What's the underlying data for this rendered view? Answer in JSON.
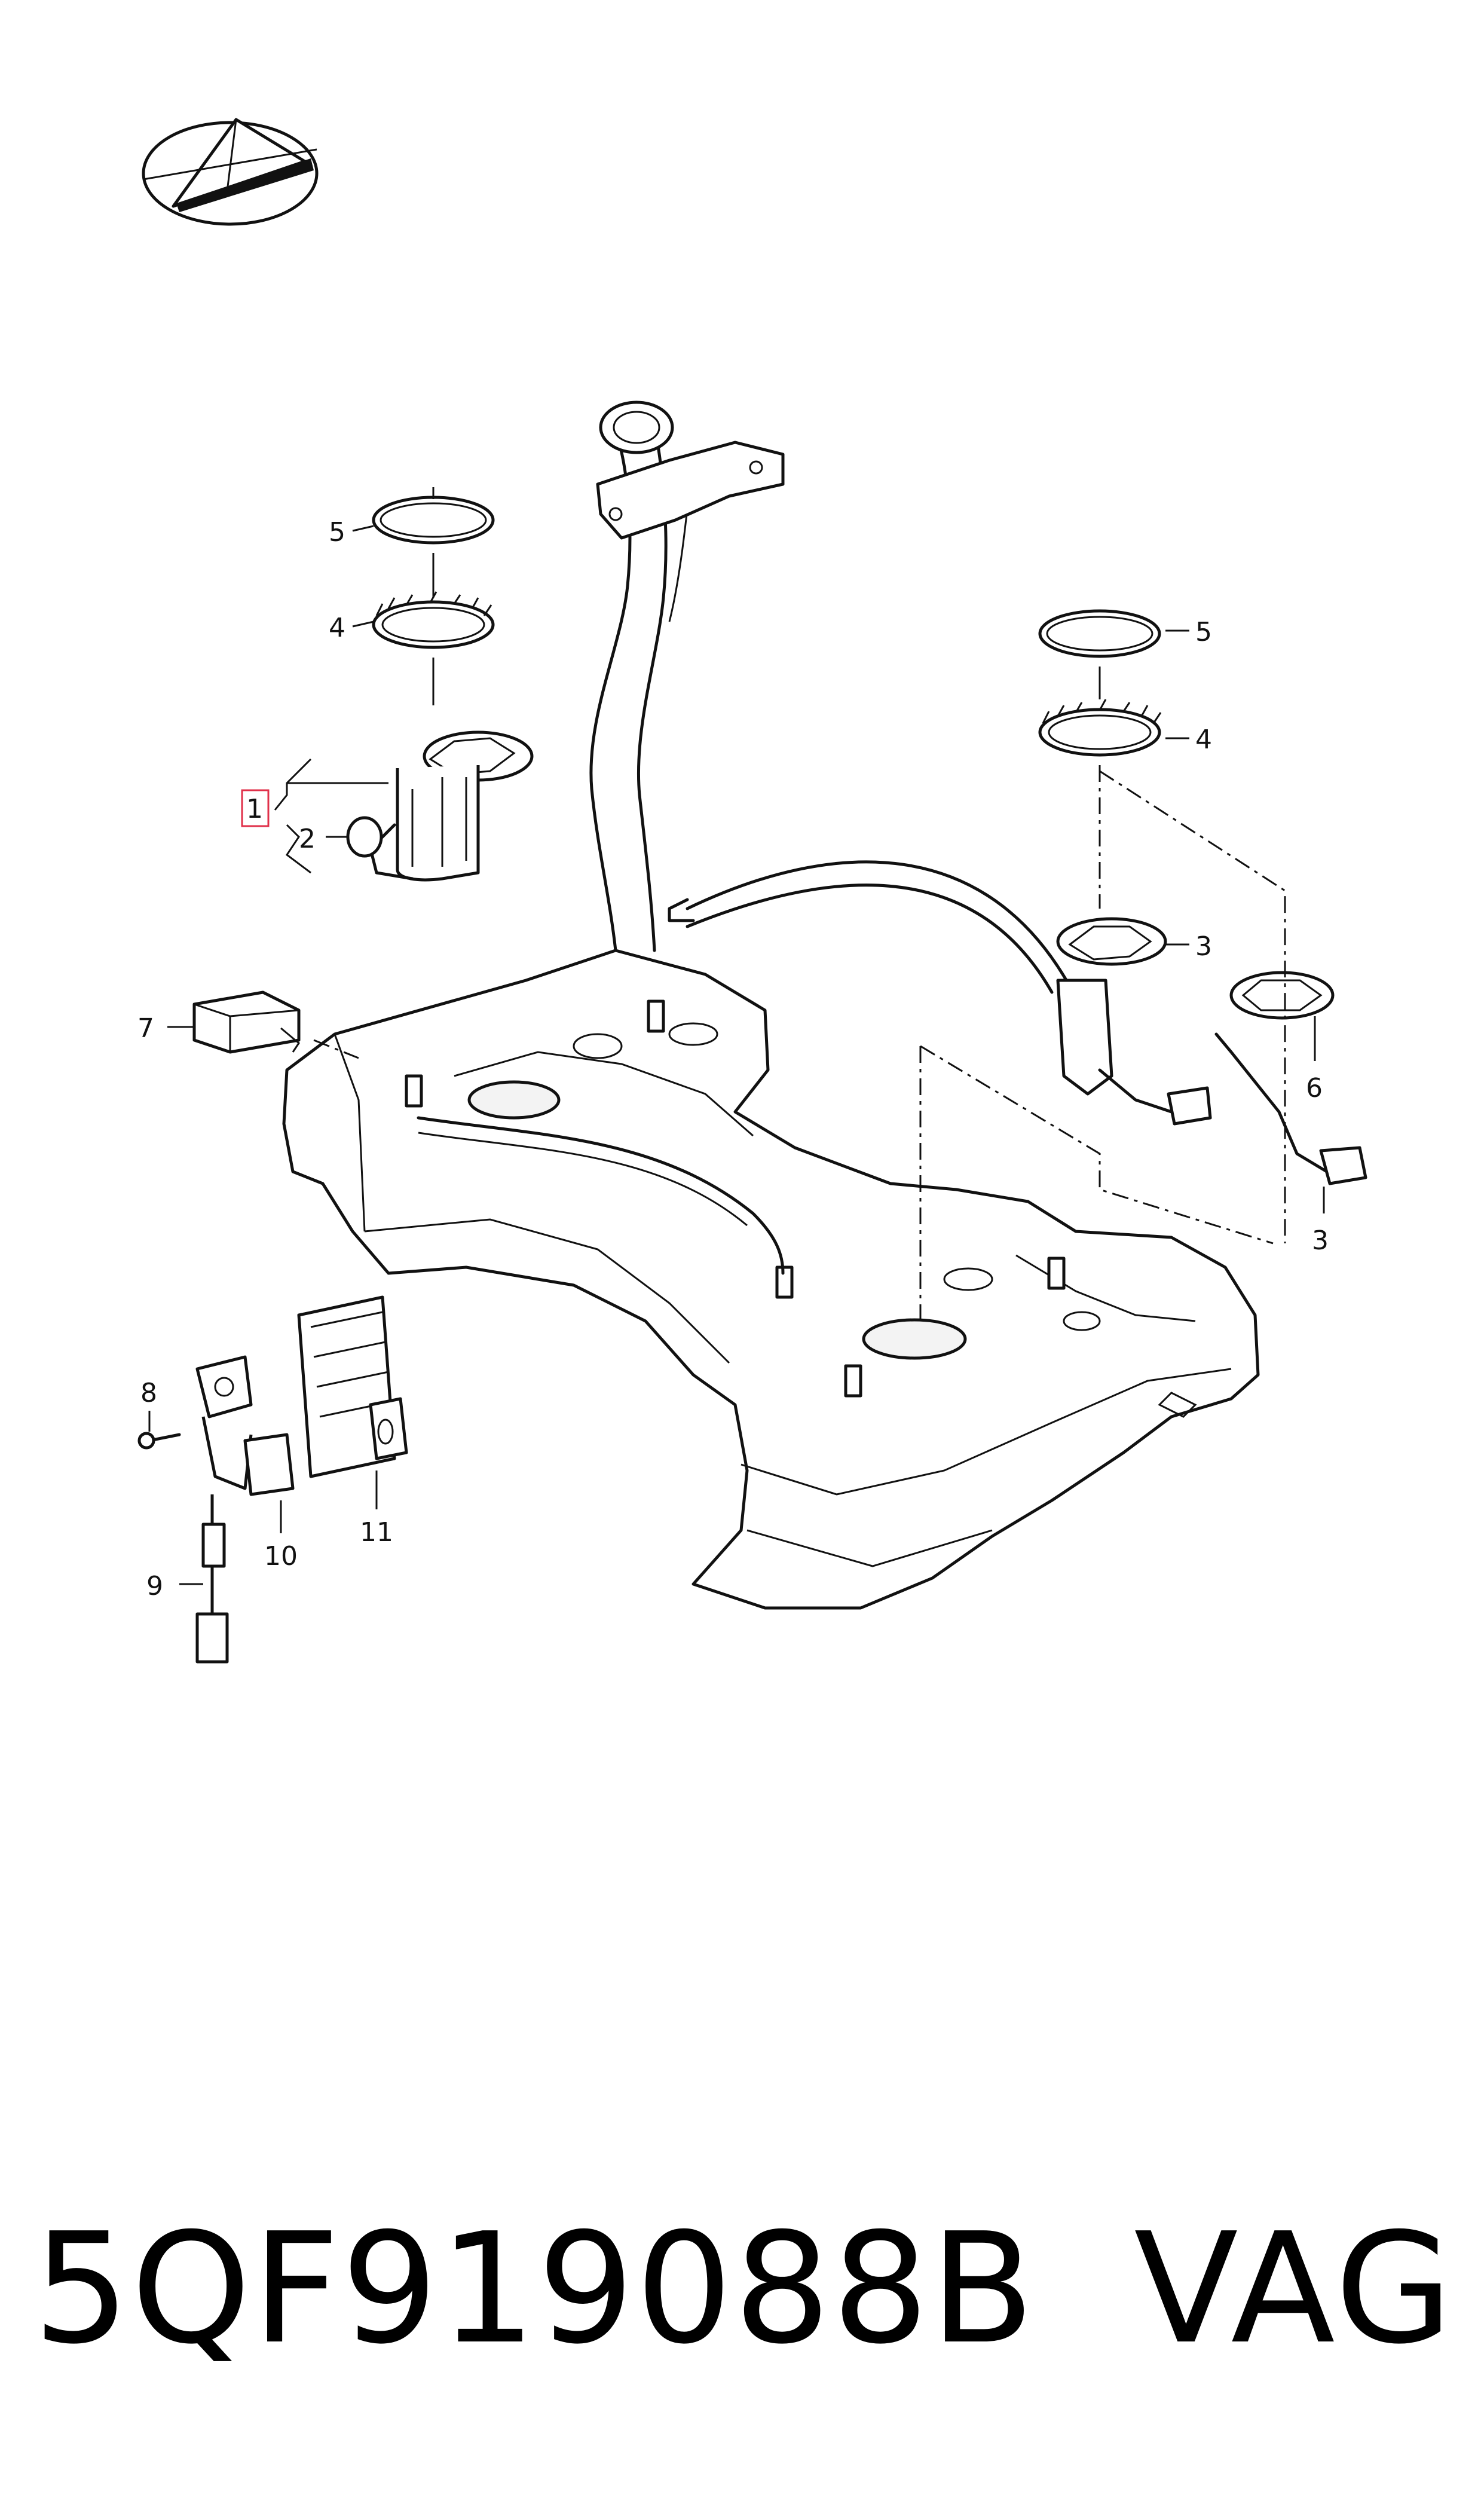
{
  "callouts": [
    {
      "id": "c1",
      "label": "1"
    },
    {
      "id": "c2",
      "label": "2"
    },
    {
      "id": "c3a",
      "label": "3"
    },
    {
      "id": "c3b",
      "label": "3"
    },
    {
      "id": "c4a",
      "label": "4"
    },
    {
      "id": "c4b",
      "label": "4"
    },
    {
      "id": "c5a",
      "label": "5"
    },
    {
      "id": "c5b",
      "label": "5"
    },
    {
      "id": "c6",
      "label": "6"
    },
    {
      "id": "c7",
      "label": "7"
    },
    {
      "id": "c8",
      "label": "8"
    },
    {
      "id": "c9",
      "label": "9"
    },
    {
      "id": "c10",
      "label": "10"
    },
    {
      "id": "c11",
      "label": "11"
    }
  ],
  "highlighted_callout": "1",
  "colors": {
    "line": "#111111",
    "highlight": "#e0304a",
    "background": "#ffffff"
  },
  "caption": {
    "part_number": "5QF919088B",
    "brand": "VAG"
  },
  "icons": {
    "logo": "paper-plane-logo-icon"
  }
}
